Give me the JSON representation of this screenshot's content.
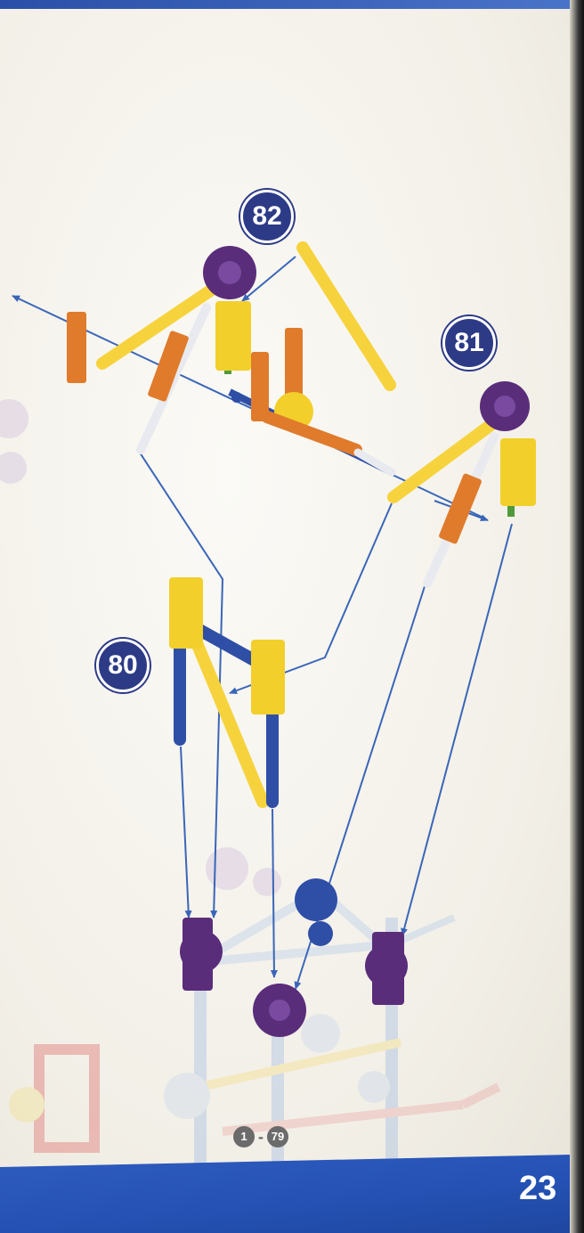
{
  "steps": [
    {
      "label": "82"
    },
    {
      "label": "81"
    },
    {
      "label": "80"
    }
  ],
  "previous_steps": {
    "from": "1",
    "separator": "-",
    "to": "79"
  },
  "page_number": "23",
  "colors": {
    "brand_blue": "#2451b3",
    "badge_navy": "#2d3a86",
    "connector_purple": "#5a2d7a",
    "connector_yellow": "#f2cf2a",
    "rod_yellow": "#f6d33c",
    "rod_orange": "#e07b2c",
    "rod_blue": "#2f4fa6",
    "rod_white": "#e8eaf0",
    "guide_line": "#3a66b8"
  }
}
